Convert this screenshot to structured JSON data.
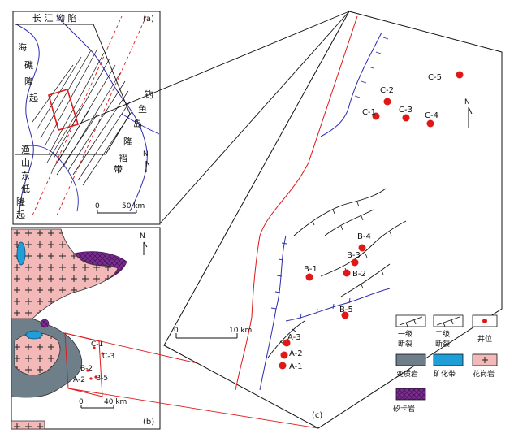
{
  "colors": {
    "fault_blue": "#2b2bb0",
    "well_red": "#e01818",
    "granite_pink": "#f3b8b8",
    "metamorphic_gray": "#6f7f8a",
    "mineral_blue": "#1e9fd8",
    "skarn_purple": "#7a2e8f",
    "frame_red": "#e01818"
  },
  "panel_a": {
    "tag": "(a)",
    "labels": {
      "top": "长 江 坳 陷",
      "left_upper": [
        "海",
        "礁",
        "隆",
        "起"
      ],
      "left_lower": [
        "渔",
        "山",
        "东",
        "低",
        "隆",
        "起"
      ],
      "right_upper": [
        "钓",
        "鱼",
        "岛"
      ],
      "right_lower": [
        "隆",
        "褶",
        "带"
      ],
      "north": "N",
      "scale_zero": "0",
      "scale_end": "50 km"
    }
  },
  "panel_b": {
    "tag": "(b)",
    "north": "N",
    "scale_zero": "0",
    "scale_end": "40 km",
    "wells": [
      "C-1",
      "C-3",
      "B-2",
      "A-2",
      "B-5"
    ]
  },
  "panel_c": {
    "tag": "(c)",
    "north": "N",
    "scale_zero": "0",
    "scale_end": "10 km",
    "wells": [
      {
        "label": "C-5"
      },
      {
        "label": "C-2"
      },
      {
        "label": "C-1"
      },
      {
        "label": "C-3"
      },
      {
        "label": "C-4"
      },
      {
        "label": "B-4"
      },
      {
        "label": "B-3"
      },
      {
        "label": "B-1"
      },
      {
        "label": "B-2"
      },
      {
        "label": "B-5"
      },
      {
        "label": "A-3"
      },
      {
        "label": "A-2"
      },
      {
        "label": "A-1"
      }
    ]
  },
  "legend": {
    "first_fault": "一级\n断裂",
    "second_fault": "二级\n断裂",
    "well": "井位",
    "metamorphic": "变质岩",
    "mineral_belt": "矿化带",
    "granite": "花岗岩",
    "skarn": "矽卡岩"
  }
}
